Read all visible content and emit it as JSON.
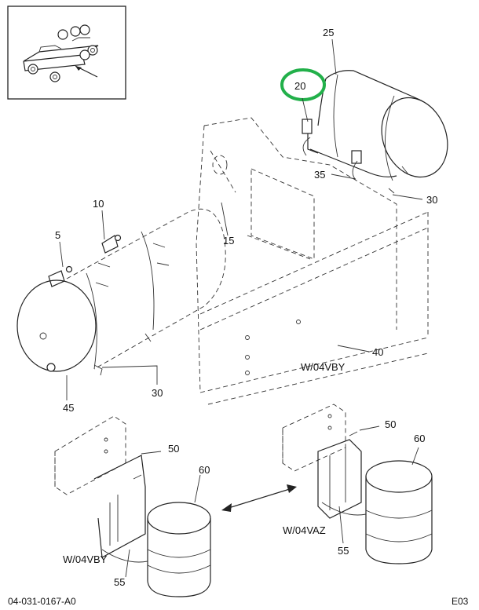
{
  "callouts": {
    "c25": "25",
    "c20": "20",
    "c35": "35",
    "c30a": "30",
    "c10": "10",
    "c5": "5",
    "c15": "15",
    "c40": "40",
    "c45": "45",
    "c30b": "30",
    "c50a": "50",
    "c60a": "60",
    "c55a": "55",
    "c50b": "50",
    "c60b": "60",
    "c55b": "55"
  },
  "variants": {
    "main": "W/04VBY",
    "left": "W/04VBY",
    "right": "W/04VAZ"
  },
  "footer": {
    "drawing_number": "04-031-0167-A0",
    "sheet": "E03"
  },
  "highlight_color": "#22b04a"
}
